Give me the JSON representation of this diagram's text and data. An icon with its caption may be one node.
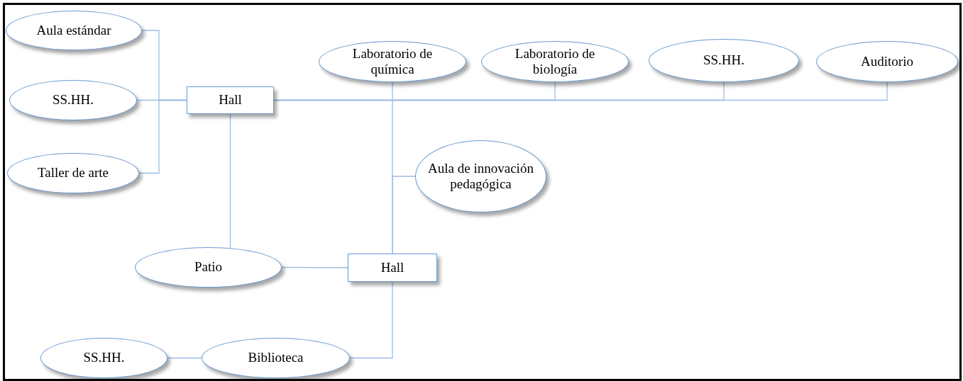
{
  "diagram": {
    "nodes": [
      {
        "text": [
          "Aula estándar"
        ]
      },
      {
        "text": [
          "SS.HH."
        ]
      },
      {
        "text": [
          "Taller de arte"
        ]
      },
      {
        "text": [
          "Hall"
        ]
      },
      {
        "text": [
          "Laboratorio de química"
        ]
      },
      {
        "text": [
          "Laboratorio de biología"
        ]
      },
      {
        "text": [
          "SS.HH."
        ]
      },
      {
        "text": [
          "Auditorio"
        ]
      },
      {
        "text": [
          "Aula de innovación pedagógica"
        ]
      },
      {
        "text": [
          "Patio"
        ]
      },
      {
        "text": [
          "Hall"
        ]
      },
      {
        "text": [
          "SS.HH."
        ]
      },
      {
        "text": [
          "Biblioteca"
        ]
      }
    ],
    "edges": [
      {
        "from": 0,
        "to": 3,
        "arrow": "none"
      },
      {
        "from": 1,
        "to": 3,
        "arrow": "none"
      },
      {
        "from": 2,
        "to": 3,
        "arrow": "none"
      },
      {
        "from": 3,
        "to": 5,
        "arrow": "none"
      },
      {
        "from": 3,
        "to": 6,
        "arrow": "none"
      },
      {
        "from": 3,
        "to": 7,
        "arrow": "none"
      },
      {
        "from": 4,
        "to": 10,
        "arrow": "none"
      },
      {
        "from": 8,
        "to": 10,
        "arrow": "none"
      },
      {
        "from": 3,
        "to": 9,
        "arrow": "none"
      },
      {
        "from": 9,
        "to": 10,
        "arrow": "none"
      },
      {
        "from": 10,
        "to": 12,
        "arrow": "none"
      },
      {
        "from": 11,
        "to": 12,
        "arrow": "none"
      }
    ]
  }
}
